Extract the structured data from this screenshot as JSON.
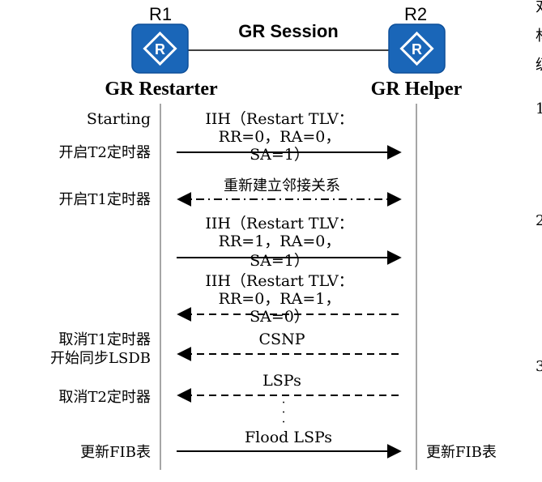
{
  "routers": {
    "left": {
      "id": "R1",
      "role": "GR Restarter"
    },
    "right": {
      "id": "R2",
      "role": "GR Helper"
    },
    "session_label": "GR Session"
  },
  "colors": {
    "router_fill": "#1a66b8",
    "router_border": "#0d4f99",
    "router_symbol": "#ffffff",
    "line": "#000000",
    "timeline": "#888888"
  },
  "left_events": {
    "starting": "Starting",
    "start_t2": "开启T2定时器",
    "start_t1": "开启T1定时器",
    "cancel_t1": "取消T1定时器",
    "start_lsdb_sync": "开始同步LSDB",
    "cancel_t2": "取消T2定时器",
    "update_fib": "更新FIB表"
  },
  "right_events": {
    "update_fib": "更新FIB表"
  },
  "messages": [
    {
      "lines": [
        "IIH（Restart TLV：",
        "RR=0，RA=0，",
        "SA=1）"
      ],
      "style": "solid",
      "direction": "to-helper"
    },
    {
      "lines": [
        "重新建立邻接关系"
      ],
      "style": "dash-dot",
      "direction": "both"
    },
    {
      "lines": [
        "IIH（Restart TLV：",
        "RR=1，RA=0，",
        "SA=1）"
      ],
      "style": "solid",
      "direction": "to-helper"
    },
    {
      "lines": [
        "IIH（Restart TLV：",
        "RR=0，RA=1，",
        "SA=0）"
      ],
      "style": "dashed",
      "direction": "to-restarter"
    },
    {
      "lines": [
        "CSNP"
      ],
      "style": "dashed",
      "direction": "to-restarter"
    },
    {
      "lines": [
        "LSPs"
      ],
      "style": "dashed",
      "direction": "to-restarter"
    },
    {
      "lines": [
        "Flood LSPs"
      ],
      "style": "solid",
      "direction": "to-helper"
    }
  ],
  "ellipsis_dots": [
    "·",
    "·",
    "·"
  ],
  "edge_fragments": [
    "对",
    "材",
    "级",
    "1",
    "2",
    "3"
  ]
}
